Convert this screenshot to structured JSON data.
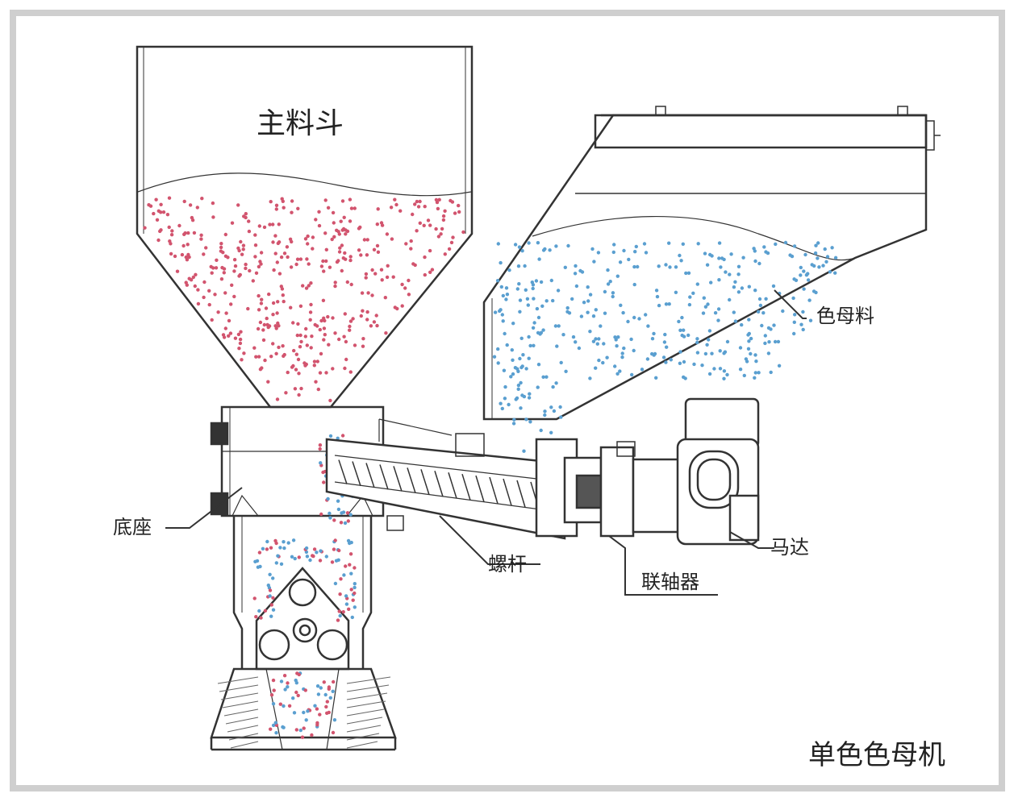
{
  "labels": {
    "main_hopper": "主料斗",
    "color_masterbatch": "色母料",
    "base": "底座",
    "screw": "螺杆",
    "motor": "马达",
    "coupling": "联轴器",
    "machine_title": "单色色母机"
  },
  "colors": {
    "main_material_dots": "#d2546e",
    "masterbatch_dots": "#5a9fd0",
    "line": "#333333",
    "frame": "#cfcfcf"
  }
}
